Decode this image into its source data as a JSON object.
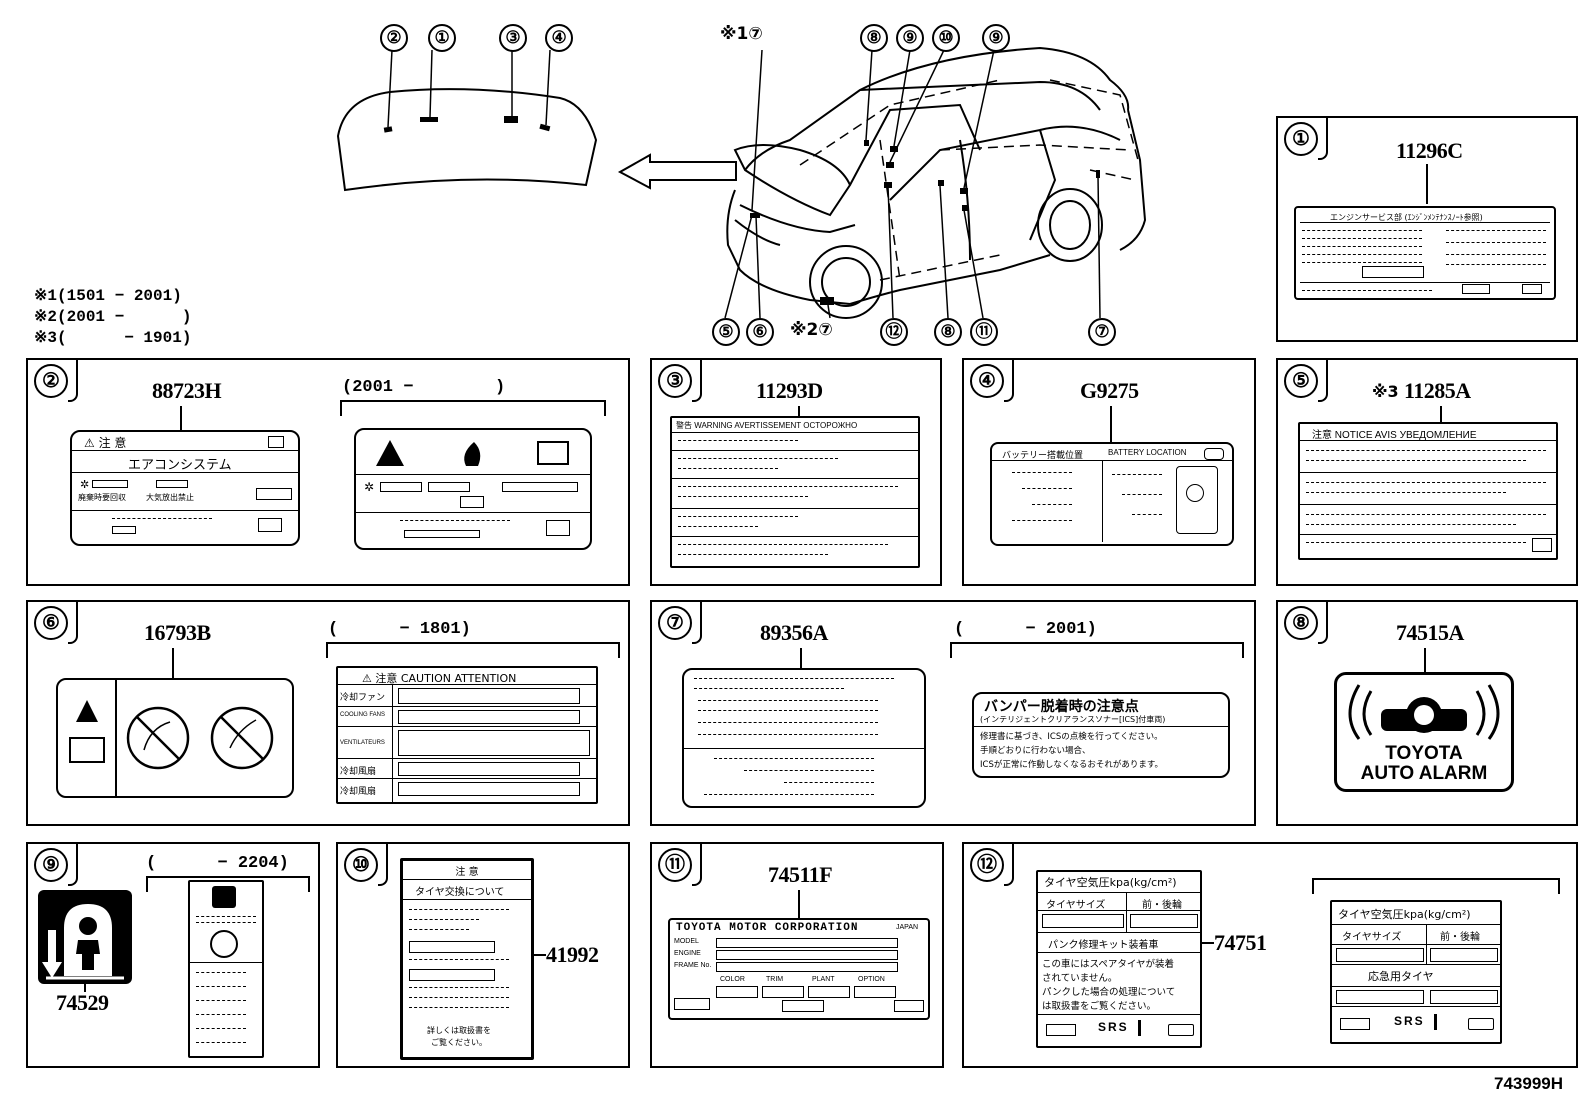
{
  "notes": [
    "※1(1501 − 2001)",
    "※2(2001 −      )",
    "※3(      − 1901)"
  ],
  "diagram_id": "743999H",
  "top_callouts": {
    "hood": [
      "②",
      "①",
      "③",
      "④"
    ],
    "car_top": [
      "※1⑦",
      "⑧",
      "⑨",
      "⑩",
      "⑨"
    ],
    "car_bottom": [
      "⑤",
      "⑥",
      "※2⑦",
      "⑫",
      "⑧",
      "⑪",
      "⑦"
    ]
  },
  "panels": {
    "p1": {
      "num": "①",
      "part": "11296C",
      "title": "エンジンサービス部 (ｴﾝｼﾞﾝﾒﾝﾃﾅﾝｽﾉｰﾄ参照)"
    },
    "p2": {
      "num": "②",
      "part": "88723H",
      "range": "(2001 −        )",
      "l1_head": "⚠ 注 意",
      "l1_title": "エアコンシステム",
      "l1_a": "廃棄時要回収",
      "l1_b": "大気放出禁止"
    },
    "p3": {
      "num": "③",
      "part": "11293D",
      "head": "警告 WARNING AVERTISSEMENT OCTOPOЖHO"
    },
    "p4": {
      "num": "④",
      "part": "G9275",
      "head_jp": "バッテリー搭載位置",
      "head_en": "BATTERY LOCATION"
    },
    "p5": {
      "num": "⑤",
      "part": "11285A",
      "prefix": "※3",
      "head": "注意  NOTICE  AVIS  УВЕДОМЛЕНИЕ"
    },
    "p6": {
      "num": "⑥",
      "part": "16793B",
      "range": "(      − 1801)",
      "head": "⚠  注意  CAUTION  ATTENTION",
      "rows": [
        "冷却ファン",
        "COOLING FANS",
        "VENTILATEURS",
        "冷却風扇",
        "冷却風扇"
      ]
    },
    "p7": {
      "num": "⑦",
      "part": "89356A",
      "range": "(      − 2001)",
      "l2_title": "バンパー脱着時の注意点",
      "l2_sub": "(インテリジェントクリアランスソナー[ICS]付車両)",
      "l2_lines": [
        "修理書に基づき、ICSの点検を行ってください。",
        "手順どおりに行わない場合、",
        "ICSが正常に作動しなくなるおそれがあります。"
      ]
    },
    "p8": {
      "num": "⑧",
      "part": "74515A",
      "brand": "TOYOTA",
      "sub": "AUTO ALARM"
    },
    "p9": {
      "num": "⑨",
      "part": "74529",
      "range": "(      − 2204)"
    },
    "p10": {
      "num": "⑩",
      "part": "41992",
      "head": "注 意",
      "title": "タイヤ交換について",
      "footer1": "詳しくは取扱書を",
      "footer2": "ご覧ください。"
    },
    "p11": {
      "num": "⑪",
      "part": "74511F",
      "maker": "TOYOTA MOTOR CORPORATION",
      "country": "JAPAN",
      "fields": [
        "MODEL",
        "ENGINE",
        "FRAME No."
      ],
      "cols": [
        "COLOR",
        "TRIM",
        "PLANT",
        "OPTION"
      ]
    },
    "p12": {
      "num": "⑫",
      "part": "74751",
      "l1_title": "タイヤ空気圧kpa(kg/cm²)",
      "l1_size": "タイヤサイズ",
      "l1_fr": "前・後輪",
      "l1_kit": "パンク修理キット装着車",
      "l1_text": [
        "この車にはスペアタイヤが装着",
        "されていません。",
        "パンクした場合の処理について",
        "は取扱書をご覧ください。"
      ],
      "srs": "SRS",
      "l2_title": "タイヤ空気圧kpa(kg/cm²)",
      "l2_size": "タイヤサイズ",
      "l2_fr": "前・後輪",
      "l2_spare": "応急用タイヤ"
    }
  }
}
